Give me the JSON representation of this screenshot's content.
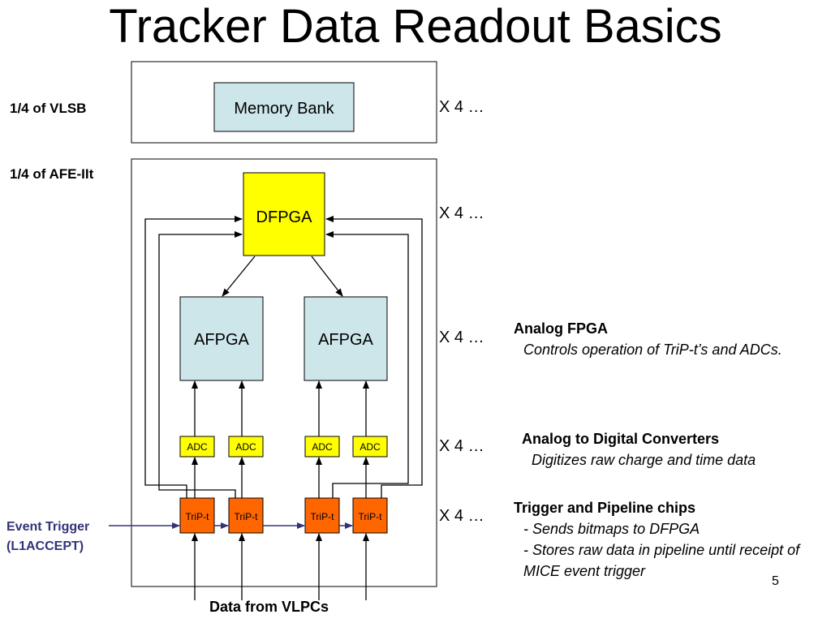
{
  "title": "Tracker Data Readout Basics",
  "labels": {
    "vlsb": "1/4 of VLSB",
    "afe": "1/4 of AFE-IIt"
  },
  "blocks": {
    "memory_bank": "Memory Bank",
    "dfpga": "DFPGA",
    "afpga": "AFPGA",
    "adc": "ADC",
    "tript": "TriP-t"
  },
  "multipliers": [
    "X 4 …",
    "X 4 …",
    "X 4 …",
    "X 4 …",
    "X 4 …"
  ],
  "descriptions": {
    "afpga": {
      "heading": "Analog FPGA",
      "lines": [
        "Controls operation of TriP-t’s and ADCs."
      ]
    },
    "adc": {
      "heading": "Analog to Digital Converters",
      "lines": [
        "Digitizes raw charge and time data"
      ]
    },
    "tript": {
      "heading": "Trigger and Pipeline chips",
      "lines": [
        "- Sends bitmaps to DFPGA",
        "- Stores raw data in pipeline until receipt of MICE event trigger"
      ]
    }
  },
  "event_trigger": {
    "line1": "Event Trigger",
    "line2": "(L1ACCEPT)"
  },
  "bottom_label": "Data from VLPCs",
  "page_number": "5",
  "colors": {
    "light_blue": "#cde6ea",
    "yellow": "#ffff00",
    "orange": "#ff6600",
    "trigger_line": "#33337a"
  }
}
